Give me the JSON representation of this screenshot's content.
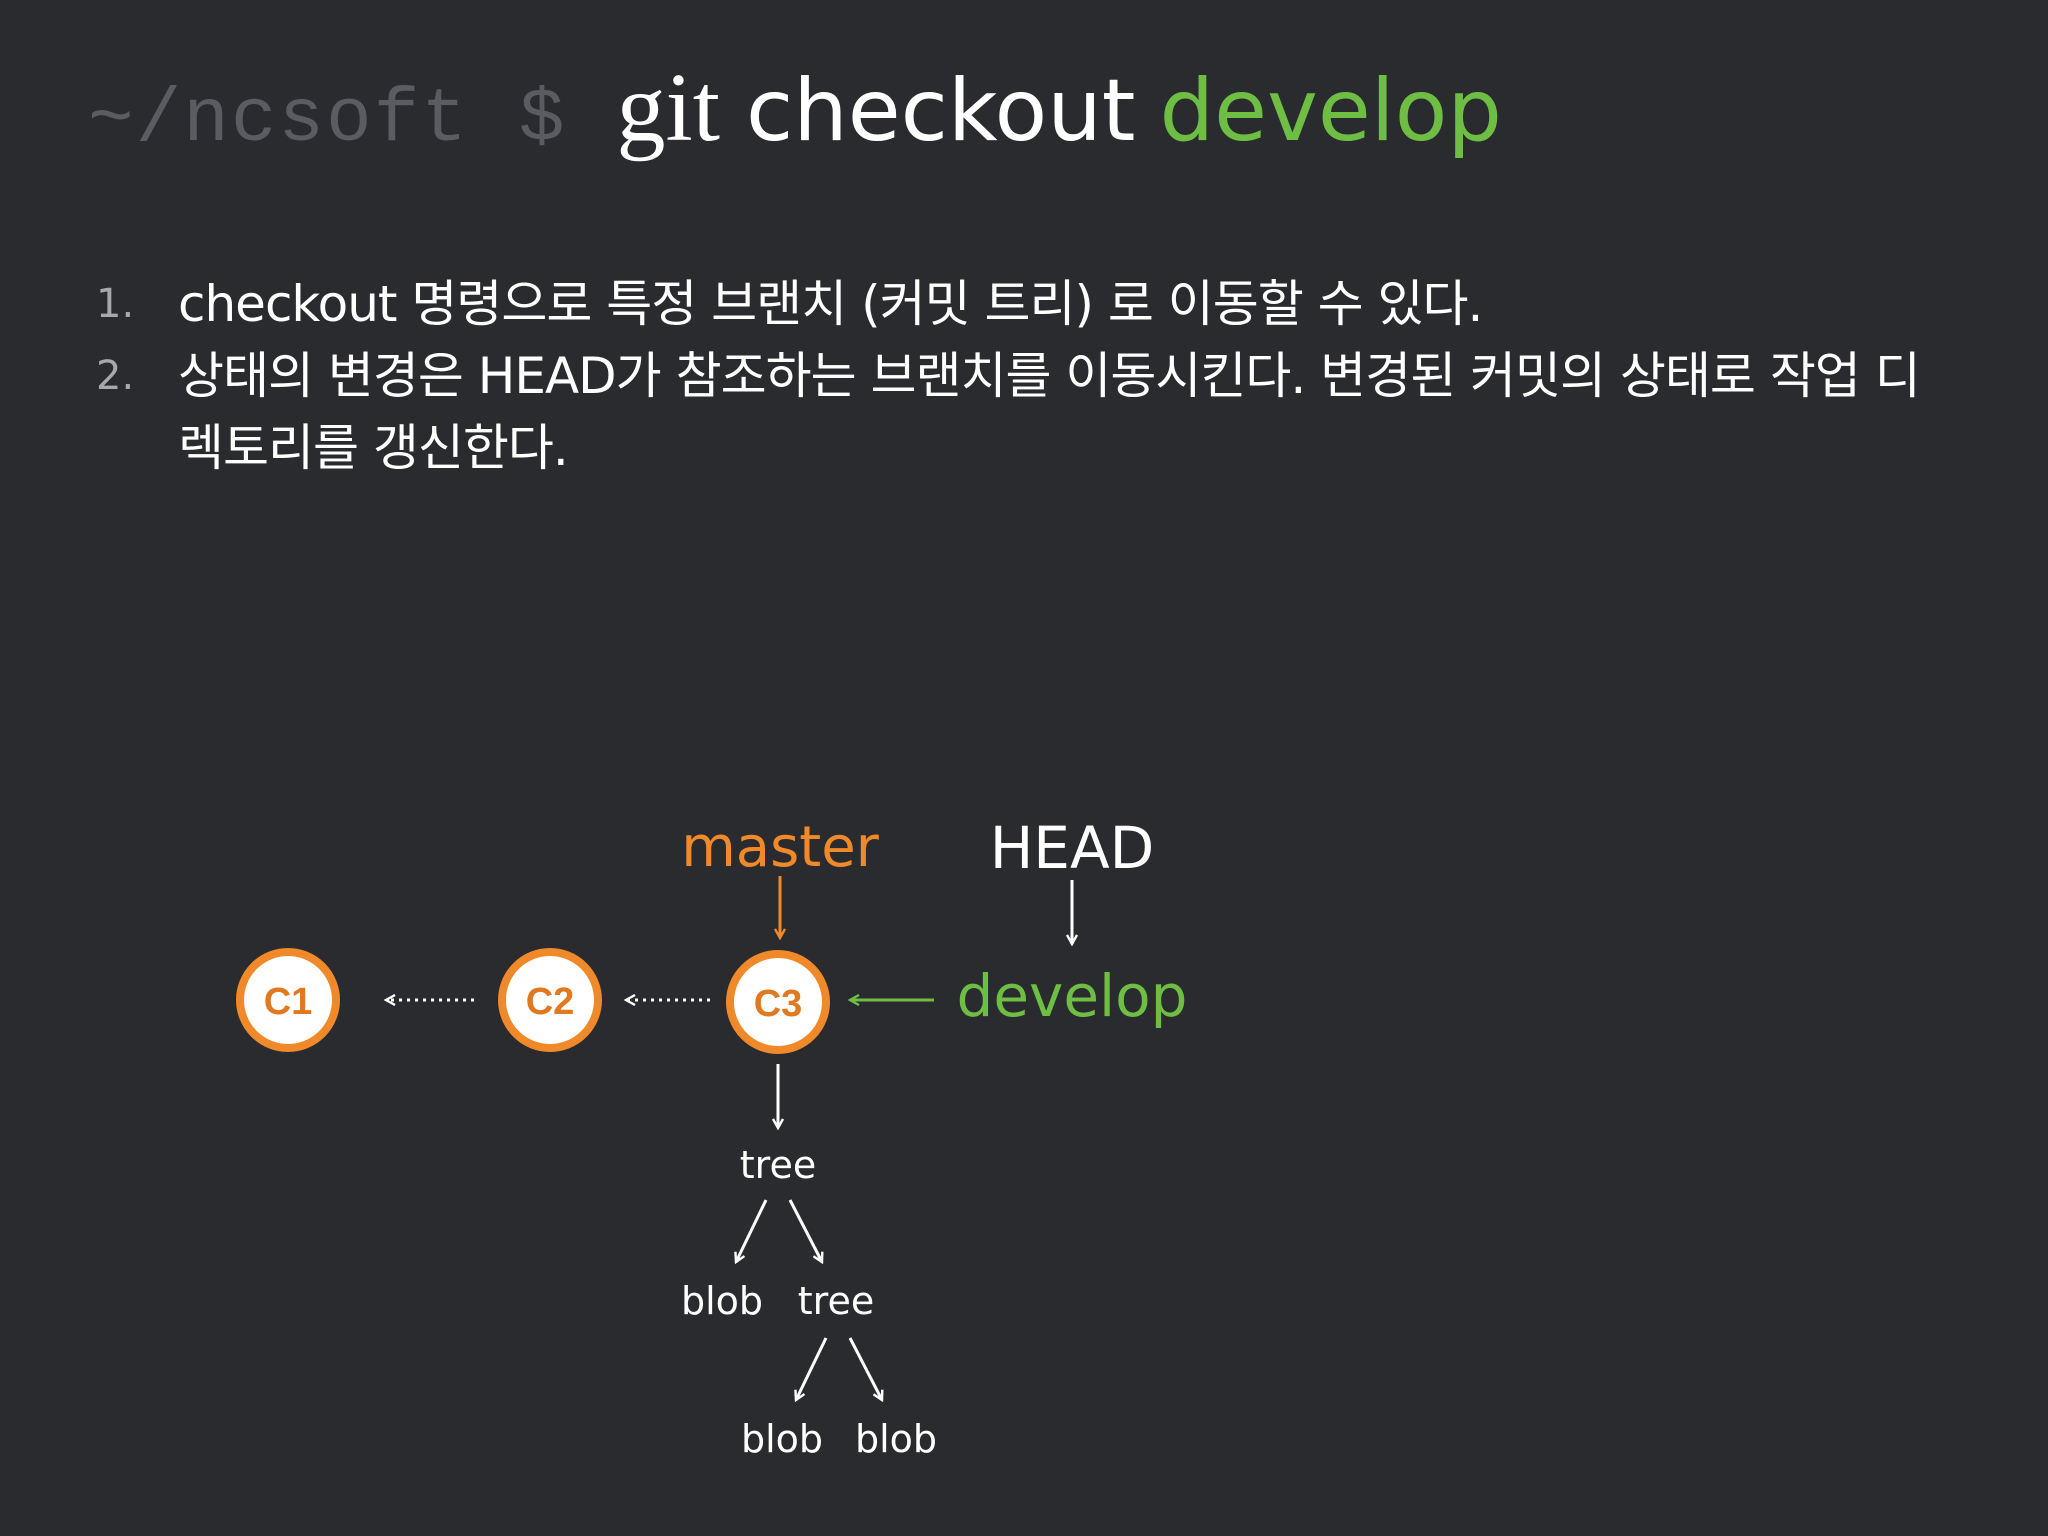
{
  "command": {
    "prompt": "~/ncsoft",
    "dollar": "$",
    "git": "git",
    "subcommand": "checkout",
    "branch": "develop"
  },
  "notes": [
    {
      "num": "1.",
      "text": "checkout 명령으로 특정 브랜치 (커밋 트리) 로 이동할 수 있다."
    },
    {
      "num": "2.",
      "text": "상태의 변경은 HEAD가 참조하는 브랜치를 이동시킨다. 변경된 커밋의 상태로 작업 디렉토리를 갱신한다."
    }
  ],
  "diagram": {
    "commits": [
      "C1",
      "C2",
      "C3"
    ],
    "labels": {
      "master": "master",
      "head": "HEAD",
      "develop": "develop",
      "tree_root": "tree",
      "blob_left": "blob",
      "tree_sub": "tree",
      "blob_sub_left": "blob",
      "blob_sub_right": "blob"
    }
  },
  "colors": {
    "background": "#2a2b2f",
    "prompt": "#5b5c62",
    "branch_green": "#6fbe44",
    "master_orange": "#f0892a",
    "text": "#ffffff"
  }
}
